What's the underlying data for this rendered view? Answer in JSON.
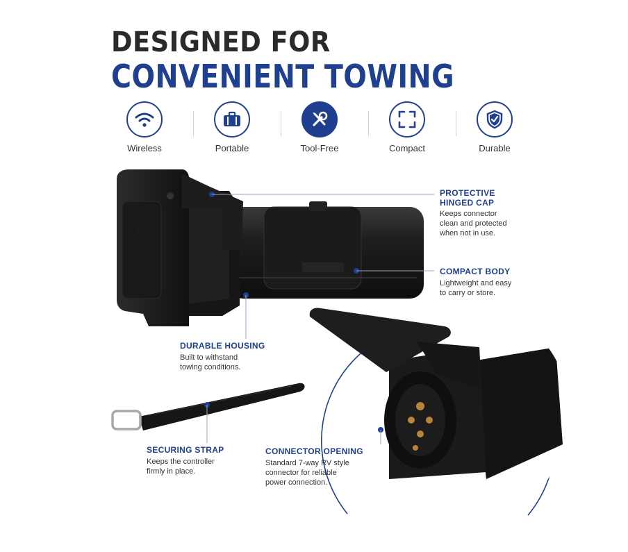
{
  "headline": {
    "line1": "DESIGNED FOR",
    "line2": "CONVENIENT TOWING"
  },
  "features": [
    {
      "label": "Wireless",
      "icon": "wifi-icon"
    },
    {
      "label": "Portable",
      "icon": "briefcase-icon"
    },
    {
      "label": "Tool-Free",
      "icon": "tools-icon"
    },
    {
      "label": "Compact",
      "icon": "compact-frame-icon"
    },
    {
      "label": "Durable",
      "icon": "shield-check-icon"
    }
  ],
  "callouts": {
    "cap": {
      "title": "PROTECTIVE\nHINGED CAP",
      "desc": "Keeps connector\nclean and protected\nwhen not in use."
    },
    "body": {
      "title": "COMPACT BODY",
      "desc": "Lightweight and easy\nto carry or store."
    },
    "housing": {
      "title": "DURABLE HOUSING",
      "desc": "Built to withstand\ntowing conditions."
    },
    "strap": {
      "title": "SECURING STRAP",
      "desc": "Keeps the controller\nfirmly in place."
    },
    "opening": {
      "title": "CONNECTOR OPENING",
      "desc": "Standard 7-way RV style\nconnector for reliable\npower connection."
    }
  },
  "colors": {
    "brand_blue": "#1f3f8f",
    "product_black": "#1a1a1a",
    "dark_text": "#2a2a2a"
  }
}
